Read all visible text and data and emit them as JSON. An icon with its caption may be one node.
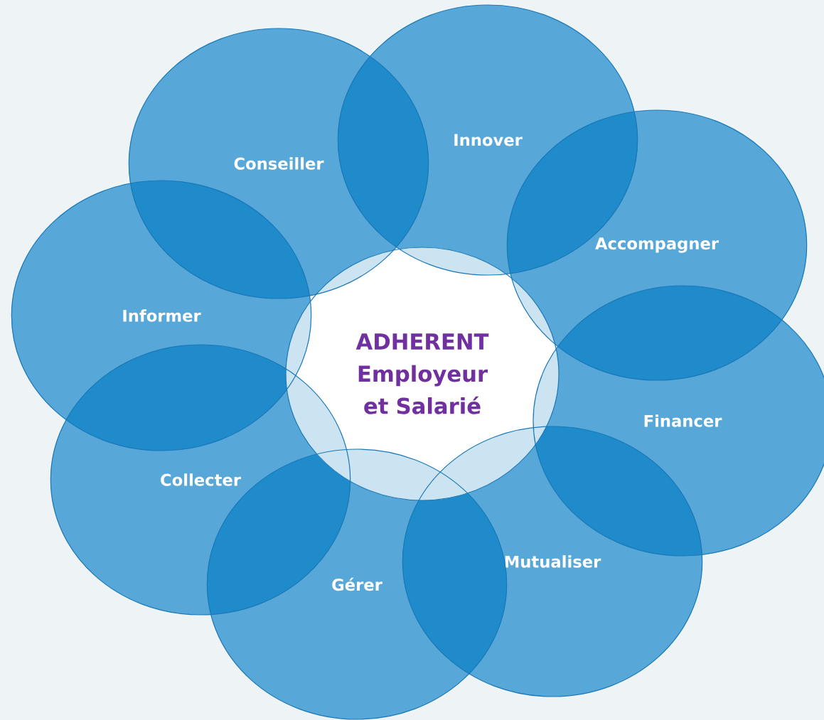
{
  "diagram": {
    "nodes": [
      {
        "text": [
          "Conseiller"
        ]
      },
      {
        "text": [
          "Innover"
        ]
      },
      {
        "text": [
          "Accompagner"
        ]
      },
      {
        "text": [
          "Informer"
        ]
      },
      {
        "text": [
          "ADHERENT",
          "Employeur et Salarié"
        ]
      },
      {
        "text": [
          "Financer"
        ]
      },
      {
        "text": [
          "Collecter"
        ]
      },
      {
        "text": [
          "Mutualiser"
        ]
      },
      {
        "text": [
          "Gérer"
        ]
      }
    ]
  }
}
